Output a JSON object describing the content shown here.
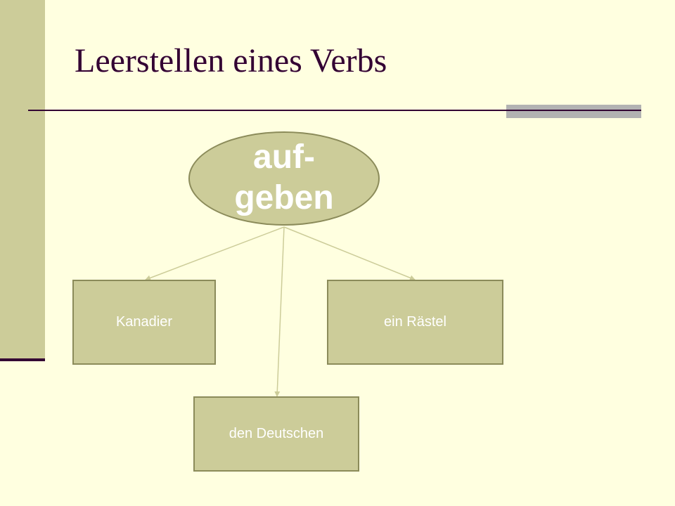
{
  "slide": {
    "title": "Leerstellen eines Verbs"
  },
  "diagram": {
    "verb": {
      "line1": "auf-",
      "line2": "geben"
    },
    "complements": {
      "left": "Kanadier",
      "right": "ein Rästel",
      "bottom": "den Deutschen"
    }
  },
  "colors": {
    "background": "#FFFFE0",
    "accent": "#CCCC99",
    "border": "#8B8B5A",
    "title_text": "#330033",
    "node_text": "#FFFFFF",
    "connector": "#CCCC99"
  }
}
